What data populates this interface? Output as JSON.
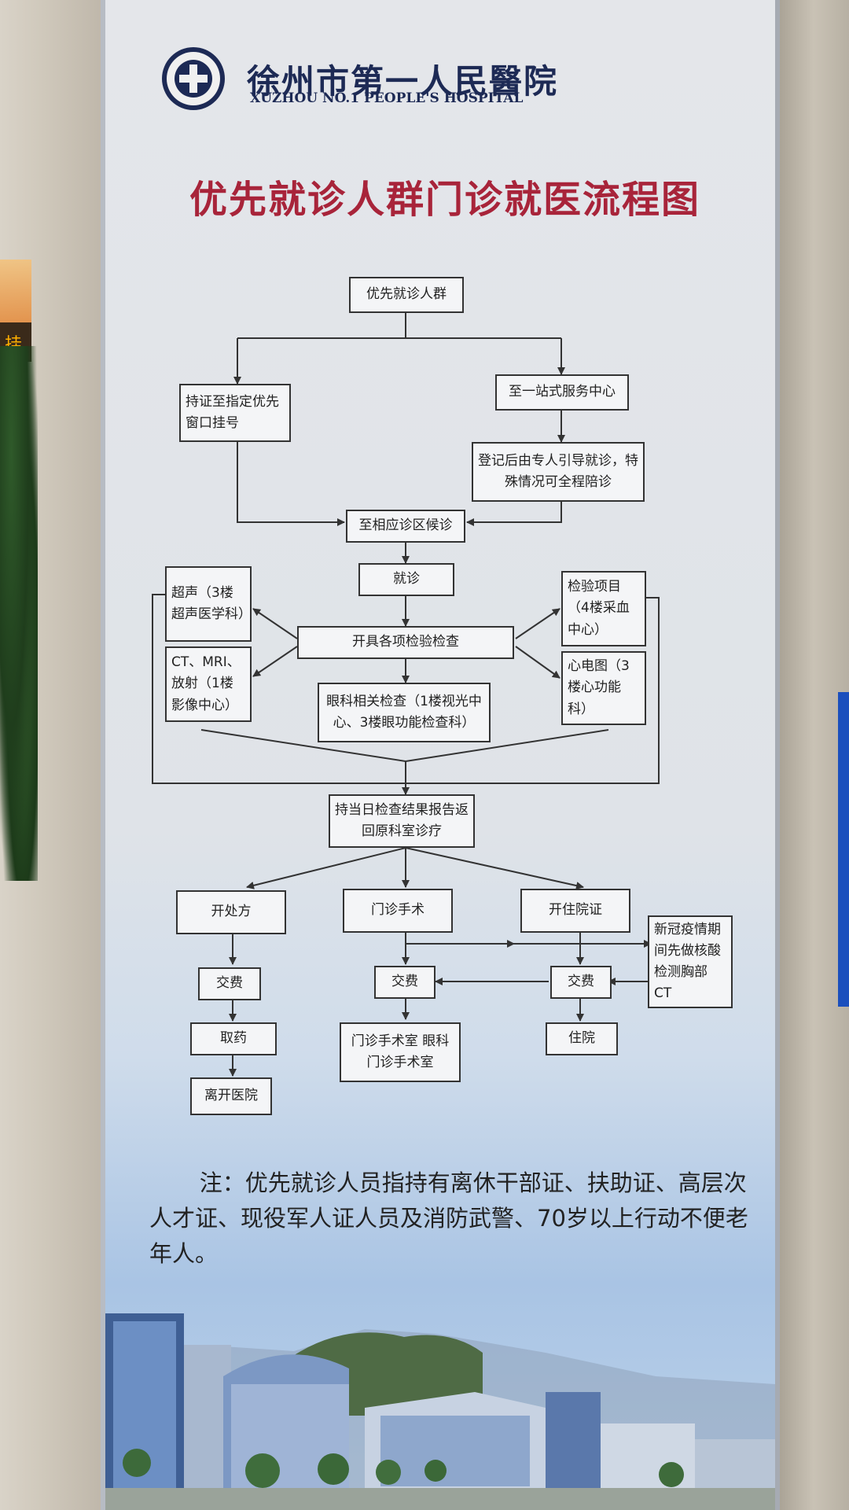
{
  "hospital": {
    "name_cn": "徐州市第一人民醫院",
    "name_en": "XUZHOU NO.1 PEOPLE'S HOSPITAL"
  },
  "title": "优先就诊人群门诊就医流程图",
  "nodes": {
    "start": "优先就诊人群",
    "register_window": "持证至指定优先窗口挂号",
    "service_center": "至一站式服务中心",
    "guided": "登记后由专人引导就诊，特殊情况可全程陪诊",
    "wait_area": "至相应诊区候诊",
    "consult": "就诊",
    "exams": "开具各项检验检查",
    "ultrasound": "超声（3楼超声医学科）",
    "imaging": "CT、MRI、放射（1楼影像中心）",
    "ophthalmology": "眼科相关检查（1楼视光中心、3楼眼功能检查科）",
    "lab_items": "检验项目（4楼采血中心）",
    "ecg": "心电图（3楼心功能科）",
    "return_report": "持当日检查结果报告返回原科室诊疗",
    "prescribe": "开处方",
    "outpatient_surgery": "门诊手术",
    "admission_cert": "开住院证",
    "covid_note": "新冠疫情期间先做核酸检测胸部 CT",
    "pay1": "交费",
    "pay2": "交费",
    "pay3": "交费",
    "get_medicine": "取药",
    "leave": "离开医院",
    "surgery_rooms": "门诊手术室 眼科门诊手术室",
    "hospitalize": "住院"
  },
  "note": "注：优先就诊人员指持有离休干部证、扶助证、高层次人才证、现役军人证人员及消防武警、70岁以上行动不便老年人。",
  "colors": {
    "title": "#a8243a",
    "brand": "#1d2a55",
    "lines": "#333333"
  }
}
